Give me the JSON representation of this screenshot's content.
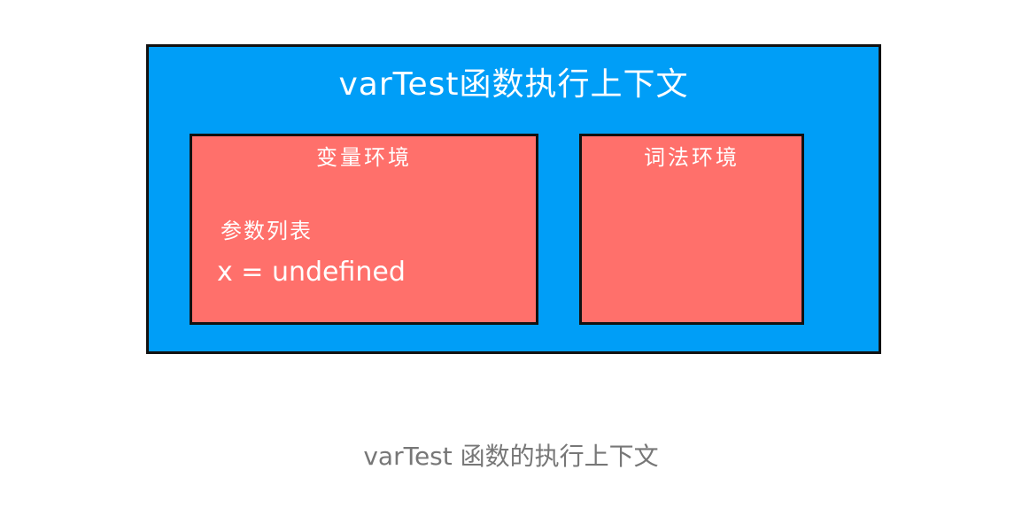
{
  "diagram": {
    "title": "varTest函数执行上下文",
    "variable_environment": {
      "title": "变量环境",
      "param_label": "参数列表",
      "param_value": "x = undefined"
    },
    "lexical_environment": {
      "title": "词法环境"
    }
  },
  "caption": "varTest 函数的执行上下文",
  "colors": {
    "context_background": "#009ef7",
    "environment_background": "#ff706b",
    "border": "#111111",
    "caption_text": "#777777"
  }
}
